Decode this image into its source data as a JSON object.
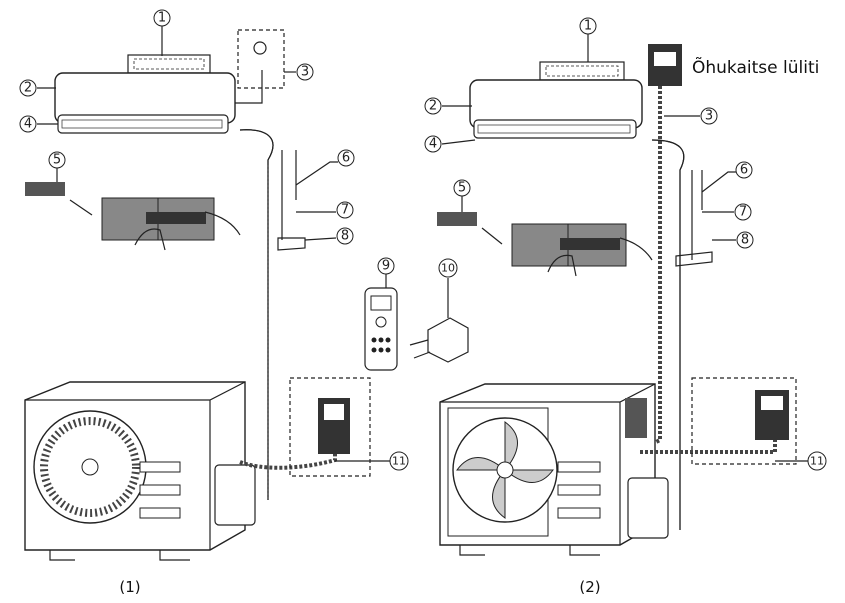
{
  "diagram_1": {
    "caption": "(1)",
    "callouts": [
      "1",
      "2",
      "3",
      "4",
      "5",
      "6",
      "7",
      "8",
      "9",
      "10",
      "11"
    ]
  },
  "diagram_2": {
    "caption": "(2)",
    "callouts": [
      "1",
      "2",
      "3",
      "4",
      "5",
      "6",
      "7",
      "8",
      "11"
    ],
    "breaker_label": "Õhukaitse lüliti"
  }
}
